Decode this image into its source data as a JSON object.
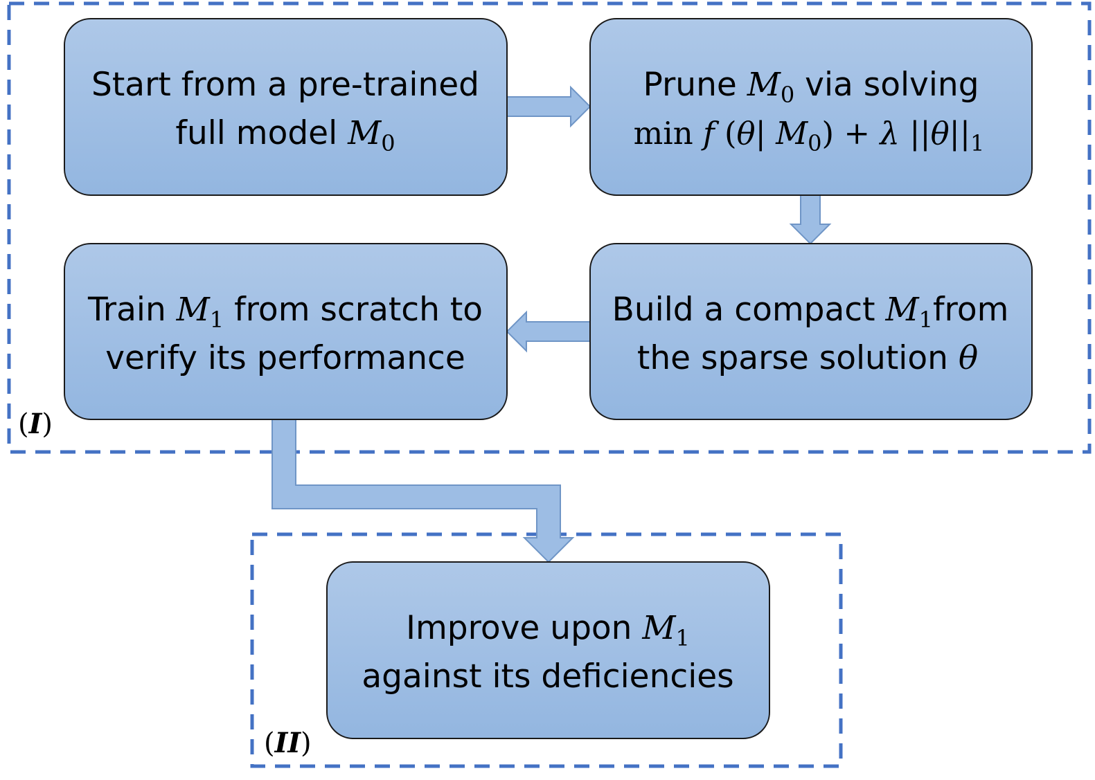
{
  "diagram": {
    "regions": [
      {
        "id": "I",
        "label_open": "(",
        "label_main": "I",
        "label_close": ")"
      },
      {
        "id": "II",
        "label_open": "(",
        "label_main": "II",
        "label_close": ")"
      }
    ],
    "boxes": {
      "start": {
        "line1": "Start from a pre-trained",
        "line2_text": "full model ",
        "line2_var": "M",
        "line2_sub": "0"
      },
      "prune": {
        "line1_text": "Prune ",
        "line1_var": "M",
        "line1_sub": "0",
        "line1_rest": " via solving",
        "line2_min": "min ",
        "line2_f": "f",
        "line2_open": " (",
        "line2_theta": "θ",
        "line2_bar": "| ",
        "line2_var": "M",
        "line2_sub": "0",
        "line2_plus": ") +  ",
        "line2_lambda": "λ",
        "line2_norm_open": " ||",
        "line2_theta2": "θ",
        "line2_norm_close": "||",
        "line2_norm_sub": "1"
      },
      "build": {
        "line1_text": "Build a compact ",
        "line1_var": "M",
        "line1_sub": "1",
        "line1_rest": "from",
        "line2_text": "the sparse solution ",
        "line2_theta": "θ"
      },
      "train": {
        "line1_text": "Train ",
        "line1_var": "M",
        "line1_sub": "1",
        "line1_rest": " from scratch to",
        "line2": "verify its performance"
      },
      "improve": {
        "line1_text": "Improve upon ",
        "line1_var": "M",
        "line1_sub": "1",
        "line2": "against its deficiencies"
      }
    },
    "colors": {
      "box_fill_top": "#aec8e8",
      "box_fill_bottom": "#93b6e0",
      "box_stroke": "#1a1a1a",
      "arrow_fill": "#9dbde4",
      "arrow_stroke": "#6f95c6",
      "dashed_border": "#4472c4"
    }
  }
}
